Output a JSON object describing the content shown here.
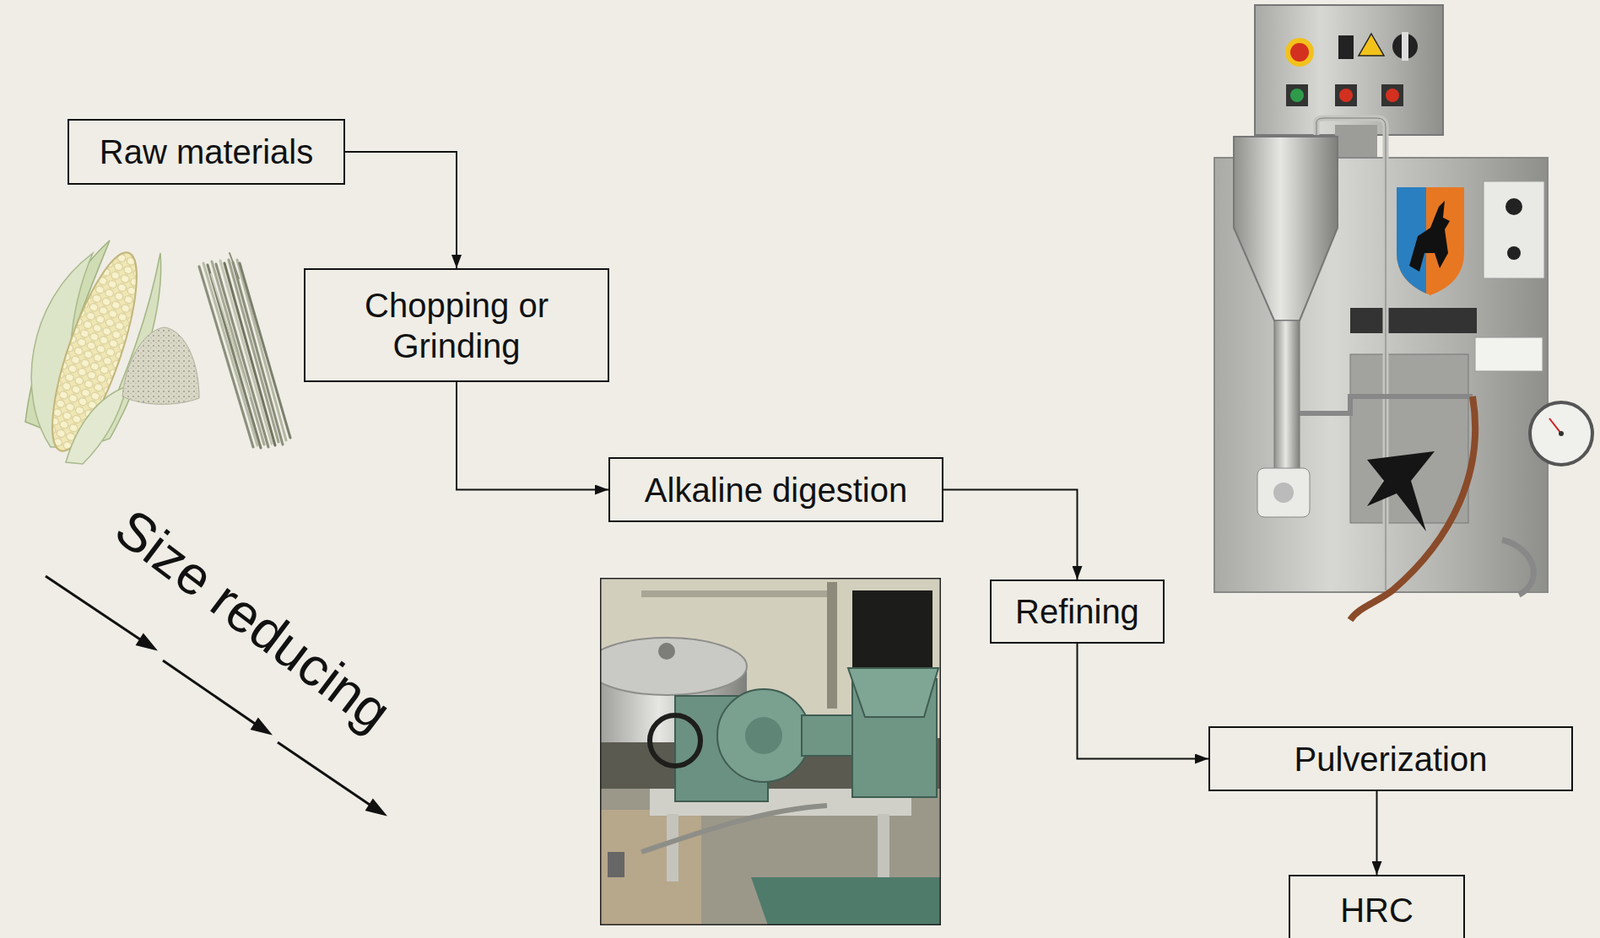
{
  "diagram": {
    "nodes": [
      {
        "text": [
          "Raw materials"
        ]
      },
      {
        "text": [
          "Chopping or Grinding"
        ]
      },
      {
        "text": [
          "Alkaline digestion"
        ]
      },
      {
        "text": [
          "Refining"
        ]
      },
      {
        "text": [
          "Pulverization"
        ]
      },
      {
        "text": [
          "HRC"
        ]
      }
    ],
    "edges": [
      {
        "from": 0,
        "to": 1,
        "arrow": "to"
      },
      {
        "from": 1,
        "to": 2,
        "arrow": "to"
      },
      {
        "from": 2,
        "to": 3,
        "arrow": "to"
      },
      {
        "from": 3,
        "to": 4,
        "arrow": "to"
      },
      {
        "from": 4,
        "to": 5,
        "arrow": "to"
      }
    ],
    "labels": [
      "Size reducing"
    ]
  }
}
